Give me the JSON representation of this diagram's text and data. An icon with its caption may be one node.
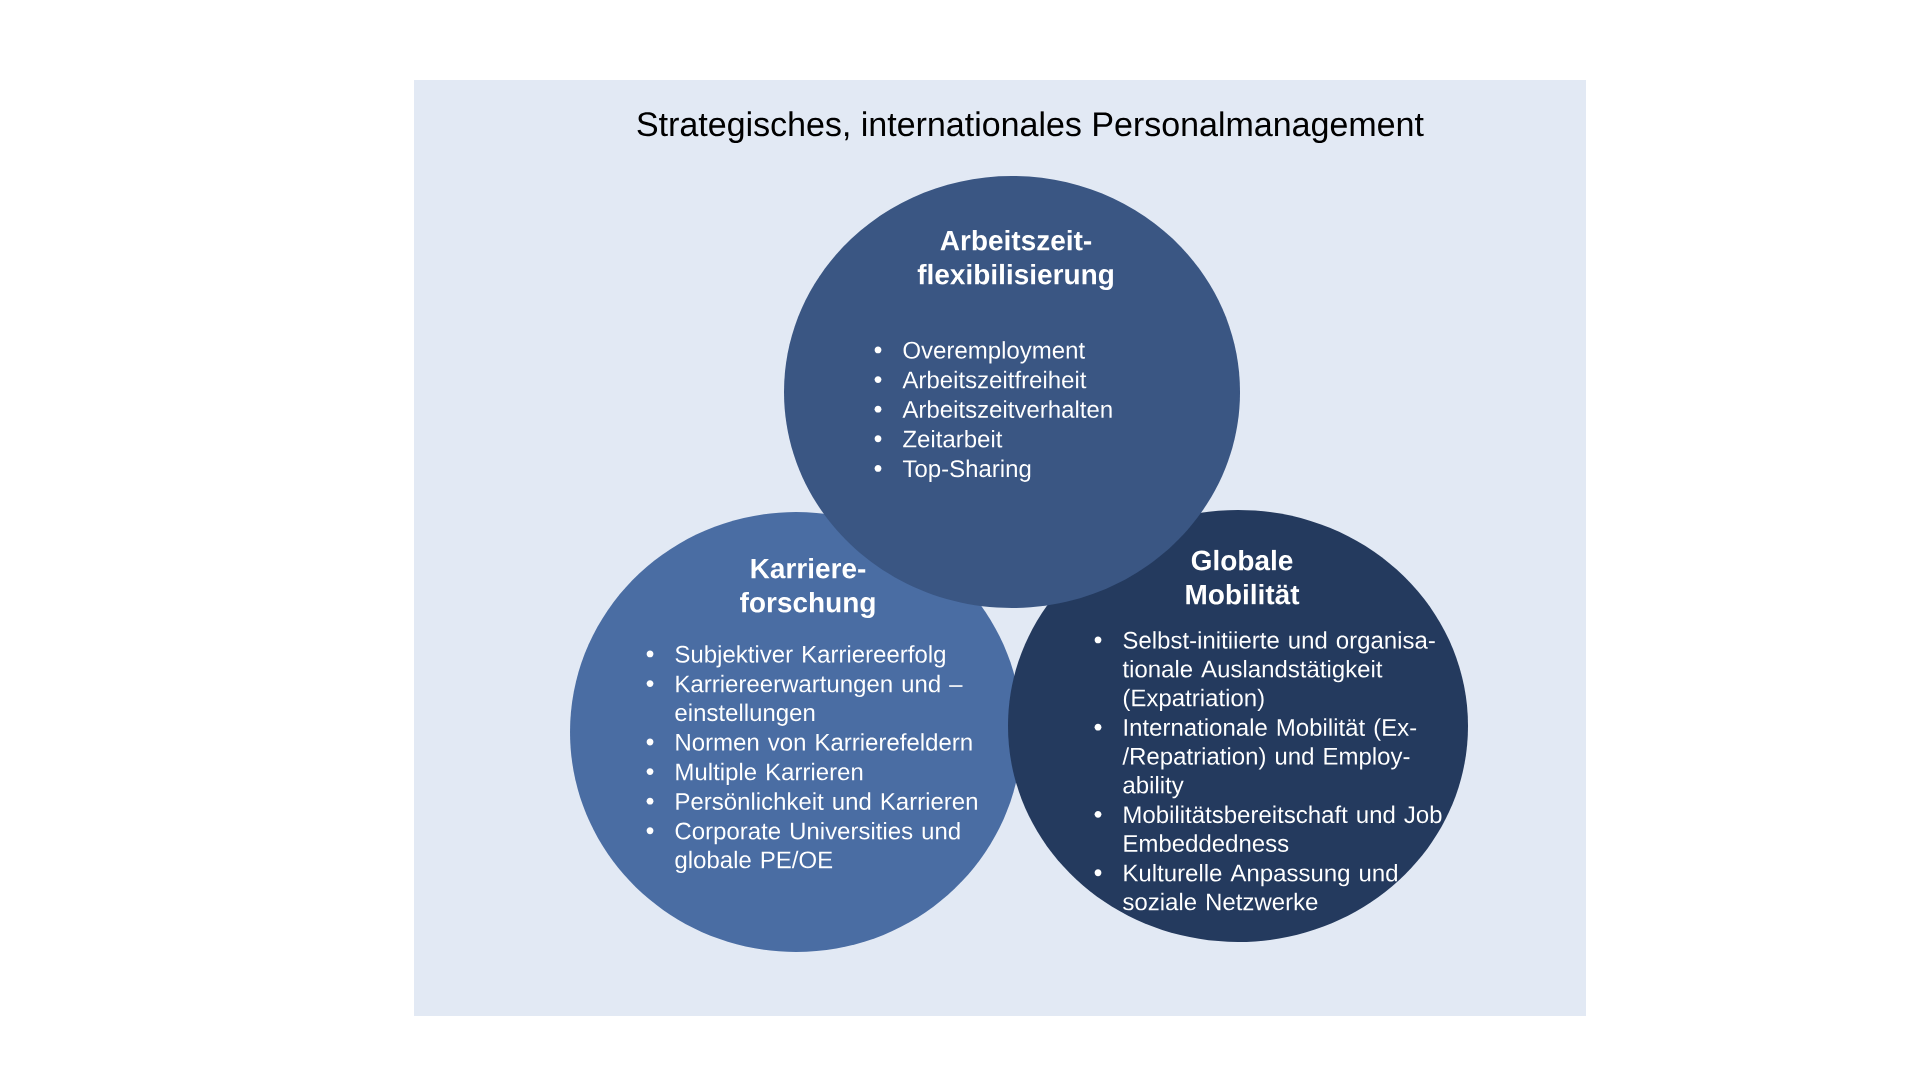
{
  "diagram": {
    "title": "Strategisches, internationales Personalmanagement",
    "nodes": [
      {
        "text": [
          "Arbeitszeit- flexibilisierung",
          "Overemployment",
          "Arbeitszeitfreiheit",
          "Arbeitszeitverhalten",
          "Zeitarbeit",
          "Top-Sharing"
        ]
      },
      {
        "text": [
          "Karriere- forschung",
          "Subjektiver Karriereerfolg",
          "Karriereerwartungen und – einstellungen",
          "Normen von Karrierefeldern",
          "Multiple Karrieren",
          "Persönlichkeit und Karrieren",
          "Corporate Universities und globale PE/OE"
        ]
      },
      {
        "text": [
          "Globale Mobilität",
          "Selbst-initiierte und organisa- tionale Auslandstätigkeit (Expatriation)",
          "Internationale Mobilität (Ex- /Repatriation) und Employ- ability",
          "Mobilitätsbereitschaft und Job Embeddedness",
          "Kulturelle Anpassung und soziale Netzwerke"
        ]
      }
    ]
  }
}
